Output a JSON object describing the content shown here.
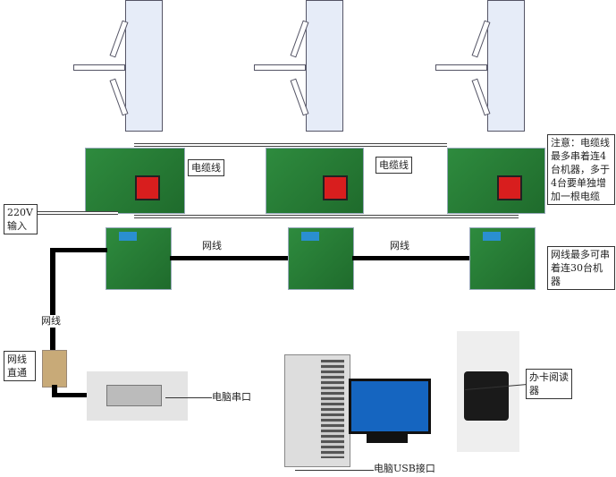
{
  "labels": {
    "cable1": "电缆线",
    "cable2": "电缆线",
    "power_note": "注意：电缆线最多串着连4台机器，多于4台要单独增加一根电缆",
    "power_in": "220V 输入",
    "net1": "网线",
    "net2": "网线",
    "net3": "网线",
    "net_note": "网线最多可串着连30台机器",
    "straight": "网线直通",
    "serial": "电脑串口",
    "reader": "办卡阅读器",
    "usb": "电脑USB接口"
  },
  "colors": {
    "pcb": "#2e8b3e",
    "switch": "#d81e1e",
    "panel": "#e6ecf8"
  }
}
